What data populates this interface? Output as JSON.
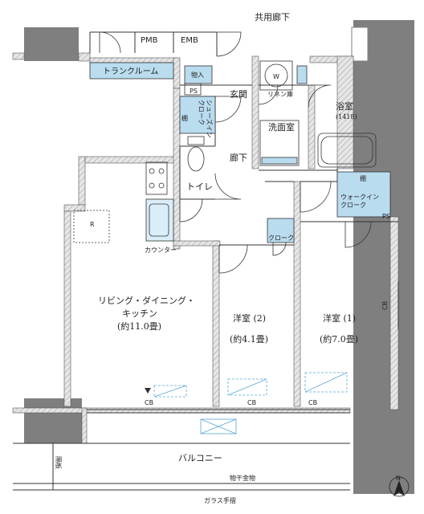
{
  "labels": {
    "common_corridor": "共用廊下",
    "pmb": "PMB",
    "emb": "EMB",
    "trunk_room": "トランクルーム",
    "storage": "物入",
    "ps_top": "PS",
    "shoe_shelf": "棚",
    "shoes_in_closet": "シューズイン\nクローク",
    "entrance": "玄関",
    "washer": "W",
    "linen_cabinet": "リネン庫",
    "bathroom": "浴室",
    "bath_size": "(1418)",
    "washroom": "洗面室",
    "hallway": "廊下",
    "toilet": "トイレ",
    "wic_shelf": "棚",
    "walk_in_closet": "ウォークイン\nクローク",
    "ps_right": "PS",
    "fridge": "R",
    "counter": "カウンター",
    "closet": "クローク",
    "ldk_line1": "リビング・ダイニング・",
    "ldk_line2": "キッチン",
    "ldk_size": "(約11.0畳)",
    "room2_name": "洋室 (2)",
    "room2_size": "(約4.1畳)",
    "room1_name": "洋室 (1)",
    "room1_size": "(約7.0畳)",
    "cb_ldk": "CB",
    "cb_room2": "CB",
    "cb_room1": "CB",
    "cb_side": "CB",
    "balcony": "バルコニー",
    "partition": "隔板",
    "drying_hardware": "物干金物",
    "glass_railing": "ガラス手摺",
    "north": "N"
  },
  "colors": {
    "wall": "#7f7f7f",
    "line": "#333333",
    "storage_fill": "#b9dcef",
    "hatch": "#bfbfbf",
    "accent": "#5aa6d6"
  }
}
